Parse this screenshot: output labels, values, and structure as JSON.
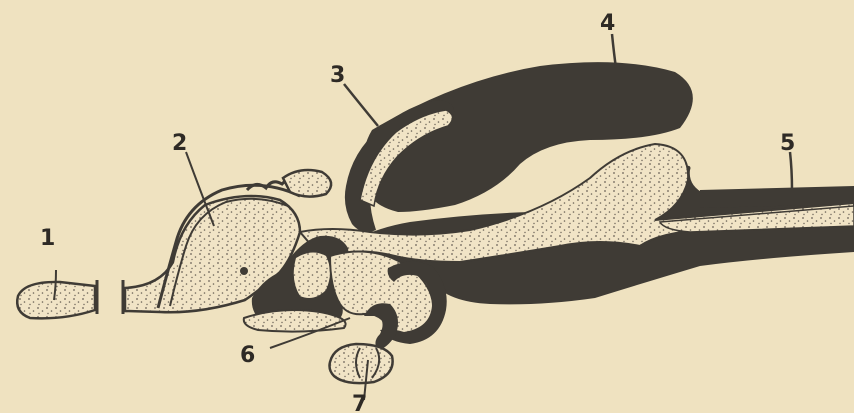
{
  "colors": {
    "paper": "#efe2c0",
    "ink": "#3f3b35",
    "stipple": "#f1e4c6",
    "dots": "#6b6358"
  },
  "labels": {
    "l1": "1",
    "l2": "2",
    "l3": "3",
    "l4": "4",
    "l5": "5",
    "l6": "6",
    "l7": "7"
  }
}
